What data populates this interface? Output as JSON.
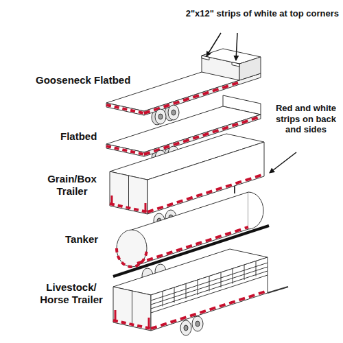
{
  "diagram": {
    "labels": [
      "2\"x12\" strips of white at top corners",
      "Gooseneck Flatbed",
      "Flatbed",
      "Red and white strips on back and sides",
      "Grain/Box Trailer",
      "Tanker",
      "Livestock/ Horse Trailer"
    ]
  }
}
